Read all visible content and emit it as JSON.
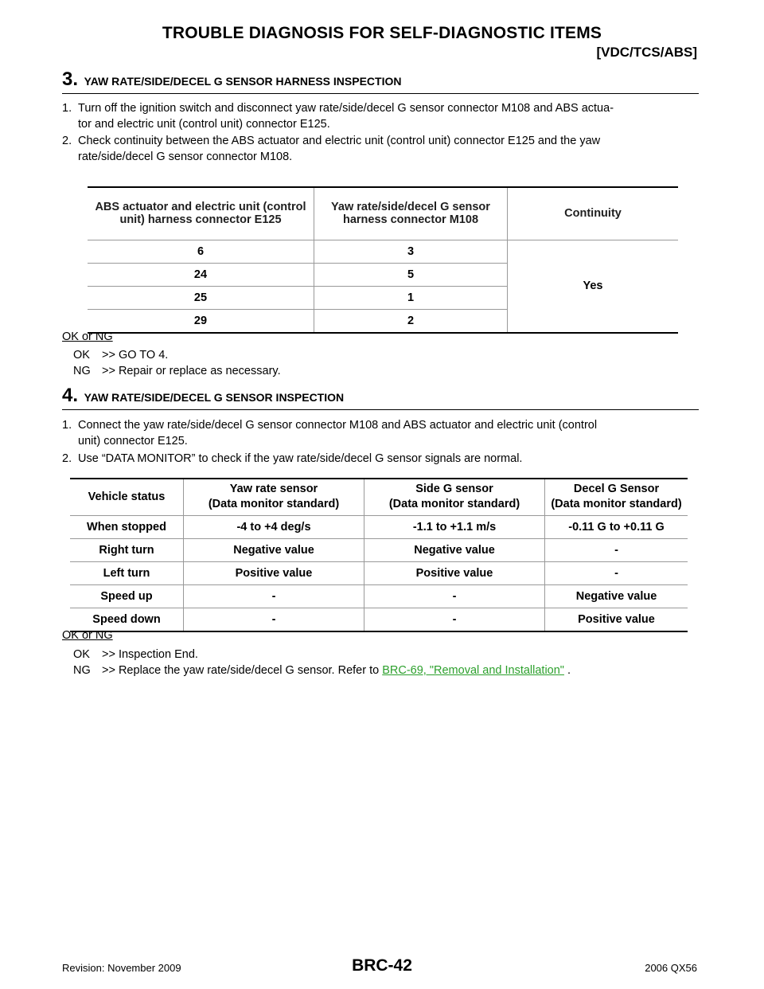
{
  "header": {
    "title": "TROUBLE DIAGNOSIS FOR SELF-DIAGNOSTIC ITEMS",
    "section": "[VDC/TCS/ABS]"
  },
  "step3": {
    "number": "3.",
    "title": "YAW RATE/SIDE/DECEL G SENSOR HARNESS INSPECTION",
    "items": [
      {
        "n": "1.",
        "line1": "Turn off the ignition switch and disconnect yaw rate/side/decel G sensor connector M108 and ABS actua-",
        "line2": "tor and electric unit (control unit) connector E125."
      },
      {
        "n": "2.",
        "line1": "Check continuity between the ABS actuator and electric unit (control unit) connector E125 and the yaw",
        "line2": "rate/side/decel G sensor connector M108."
      }
    ],
    "table": {
      "headers": [
        "ABS actuator and electric unit (control unit) harness connector E125",
        "Yaw rate/side/decel G sensor harness connector M108",
        "Continuity"
      ],
      "rows": [
        [
          "6",
          "3"
        ],
        [
          "24",
          "5"
        ],
        [
          "25",
          "1"
        ],
        [
          "29",
          "2"
        ]
      ],
      "continuity": "Yes"
    },
    "okng": "OK or NG",
    "results": [
      {
        "code": "OK",
        "text": ">> GO TO 4."
      },
      {
        "code": "NG",
        "text": ">> Repair or replace as necessary."
      }
    ]
  },
  "step4": {
    "number": "4.",
    "title": "YAW RATE/SIDE/DECEL G SENSOR INSPECTION",
    "items": [
      {
        "n": "1.",
        "line1": "Connect the yaw rate/side/decel G sensor connector M108 and ABS actuator and electric unit (control",
        "line2": "unit) connector E125."
      },
      {
        "n": "2.",
        "line1": "Use “DATA MONITOR” to check if the yaw rate/side/decel G sensor signals are normal.",
        "line2": ""
      }
    ],
    "table": {
      "headers": [
        [
          "Vehicle status",
          ""
        ],
        [
          "Yaw rate sensor",
          "(Data monitor standard)"
        ],
        [
          "Side G sensor",
          "(Data monitor standard)"
        ],
        [
          "Decel G Sensor",
          "(Data monitor standard)"
        ]
      ],
      "rows": [
        [
          "When stopped",
          "-4 to +4 deg/s",
          "-1.1 to +1.1 m/s",
          "-0.11 G to +0.11 G"
        ],
        [
          "Right turn",
          "Negative value",
          "Negative value",
          "-"
        ],
        [
          "Left turn",
          "Positive value",
          "Positive value",
          "-"
        ],
        [
          "Speed up",
          "-",
          "-",
          "Negative value"
        ],
        [
          "Speed down",
          "-",
          "-",
          "Positive value"
        ]
      ]
    },
    "okng": "OK or NG",
    "results": [
      {
        "code": "OK",
        "text": ">> Inspection End."
      },
      {
        "code": "NG",
        "text": ">> Replace the yaw rate/side/decel G sensor. Refer to",
        "link": "BRC-69, \"Removal and Installation\"",
        "after": " ."
      }
    ]
  },
  "footer": {
    "revision": "Revision: November 2009",
    "page": "BRC-42",
    "model": "2006 QX56"
  }
}
